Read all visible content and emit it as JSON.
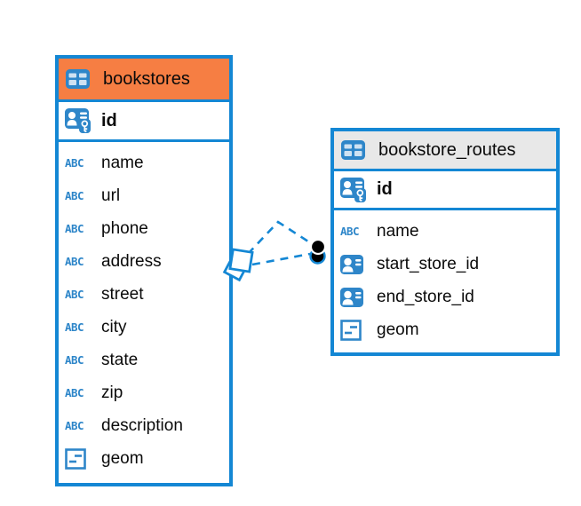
{
  "diagram_type": "entity-relationship",
  "colors": {
    "table_border": "#1487d4",
    "bookstores_header_bg": "#f67e43",
    "routes_header_bg": "#e8e8e8",
    "icon_blue": "#2e86c9",
    "relationship_line": "#1487d4",
    "endpoint_fill": "#000000",
    "canvas_bg": "#ffffff",
    "text_color": "#0a0a0a"
  },
  "icons": {
    "text_glyph": "ABC"
  },
  "tables": [
    {
      "name": "bookstores",
      "header_style": "orange",
      "primary_key": {
        "name": "id",
        "icon": "primary-key-icon"
      },
      "columns": [
        {
          "name": "name",
          "icon": "text-icon"
        },
        {
          "name": "url",
          "icon": "text-icon"
        },
        {
          "name": "phone",
          "icon": "text-icon"
        },
        {
          "name": "address",
          "icon": "text-icon"
        },
        {
          "name": "street",
          "icon": "text-icon"
        },
        {
          "name": "city",
          "icon": "text-icon"
        },
        {
          "name": "state",
          "icon": "text-icon"
        },
        {
          "name": "zip",
          "icon": "text-icon"
        },
        {
          "name": "description",
          "icon": "text-icon"
        },
        {
          "name": "geom",
          "icon": "geometry-icon"
        }
      ]
    },
    {
      "name": "bookstore_routes",
      "header_style": "gray",
      "primary_key": {
        "name": "id",
        "icon": "primary-key-icon"
      },
      "columns": [
        {
          "name": "name",
          "icon": "text-icon"
        },
        {
          "name": "start_store_id",
          "icon": "reference-icon"
        },
        {
          "name": "end_store_id",
          "icon": "reference-icon"
        },
        {
          "name": "geom",
          "icon": "geometry-icon"
        }
      ]
    }
  ],
  "relationships": [
    {
      "from_table": "bookstores",
      "to_table": "bookstore_routes",
      "line_style": "dashed",
      "from_endpoint": "diamond",
      "to_endpoint": "filled-circle"
    },
    {
      "from_table": "bookstores",
      "to_table": "bookstore_routes",
      "line_style": "dashed",
      "from_endpoint": "diamond",
      "to_endpoint": "filled-circle"
    }
  ]
}
